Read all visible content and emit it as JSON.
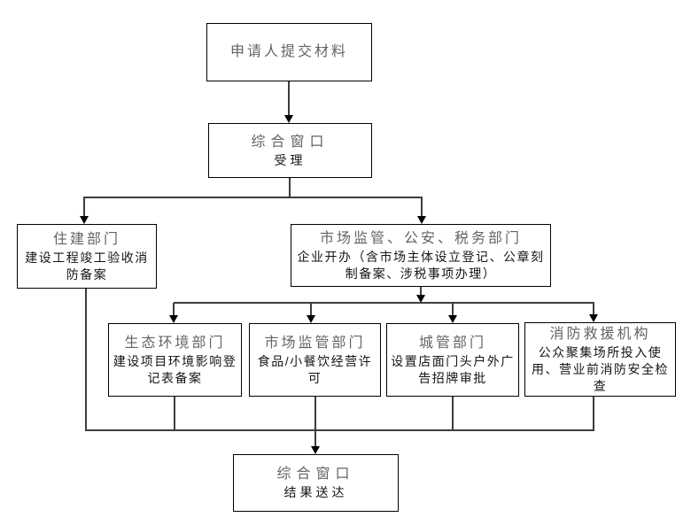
{
  "diagram": {
    "type": "flowchart",
    "background_color": "#ffffff",
    "box_border_color": "#000000",
    "connector_color": "#3d3d3d",
    "title_text_color": "#646464",
    "body_text_color": "#151515",
    "nodes": [
      {
        "id": "applicant-submit",
        "title": "申请人提交材料",
        "body": ""
      },
      {
        "id": "window-acceptance",
        "title": "综合窗口",
        "body": "受理"
      },
      {
        "id": "housing-dept",
        "title": "住建部门",
        "body": "建设工程竣工验收消防备案"
      },
      {
        "id": "market-police-tax-dept",
        "title": "市场监管、公安、税务部门",
        "body": "企业开办（含市场主体设立登记、公章刻制备案、涉税事项办理）"
      },
      {
        "id": "ecology-dept",
        "title": "生态环境部门",
        "body": "建设项目环境影响登记表备案"
      },
      {
        "id": "market-dept",
        "title": "市场监管部门",
        "body": "食品/小餐饮经营许可"
      },
      {
        "id": "urban-mgmt-dept",
        "title": "城管部门",
        "body": "设置店面门头户外广告招牌审批"
      },
      {
        "id": "fire-rescue-org",
        "title": "消防救援机构",
        "body": "公众聚集场所投入使用、营业前消防安全检查"
      },
      {
        "id": "window-result",
        "title": "综合窗口",
        "body": "结果送达"
      }
    ],
    "edges": [
      {
        "from": "applicant-submit",
        "to": "window-acceptance"
      },
      {
        "from": "window-acceptance",
        "to": "housing-dept"
      },
      {
        "from": "window-acceptance",
        "to": "market-police-tax-dept"
      },
      {
        "from": "market-police-tax-dept",
        "to": "ecology-dept"
      },
      {
        "from": "market-police-tax-dept",
        "to": "market-dept"
      },
      {
        "from": "market-police-tax-dept",
        "to": "urban-mgmt-dept"
      },
      {
        "from": "market-police-tax-dept",
        "to": "fire-rescue-org"
      },
      {
        "from": "housing-dept",
        "to": "window-result"
      },
      {
        "from": "ecology-dept",
        "to": "window-result"
      },
      {
        "from": "market-dept",
        "to": "window-result"
      },
      {
        "from": "urban-mgmt-dept",
        "to": "window-result"
      },
      {
        "from": "fire-rescue-org",
        "to": "window-result"
      }
    ]
  }
}
